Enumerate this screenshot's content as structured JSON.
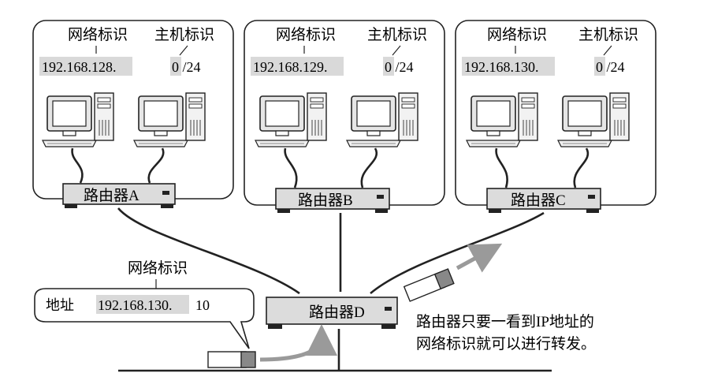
{
  "networks": [
    {
      "net_label": "网络标识",
      "host_label": "主机标识",
      "net_value": "192.168.128.",
      "host_value": "0 /24",
      "router_label": "路由器A"
    },
    {
      "net_label": "网络标识",
      "host_label": "主机标识",
      "net_value": "192.168.129.",
      "host_value": "0 /24",
      "router_label": "路由器B"
    },
    {
      "net_label": "网络标识",
      "host_label": "主机标识",
      "net_value": "192.168.130.",
      "host_value": "0 /24",
      "router_label": "路由器C"
    }
  ],
  "router_d": {
    "label": "路由器D"
  },
  "callout": {
    "net_label": "网络标识",
    "addr_label": "地址",
    "addr_net": "192.168.130.",
    "addr_host": "10"
  },
  "note": {
    "line1": "路由器只要一看到IP地址的",
    "line2": "网络标识就可以进行转发。"
  },
  "colors": {
    "highlight": "#d9d9d9",
    "router_fill": "#dcdcdc",
    "arrow": "#9a9a9a",
    "line": "#222222"
  }
}
